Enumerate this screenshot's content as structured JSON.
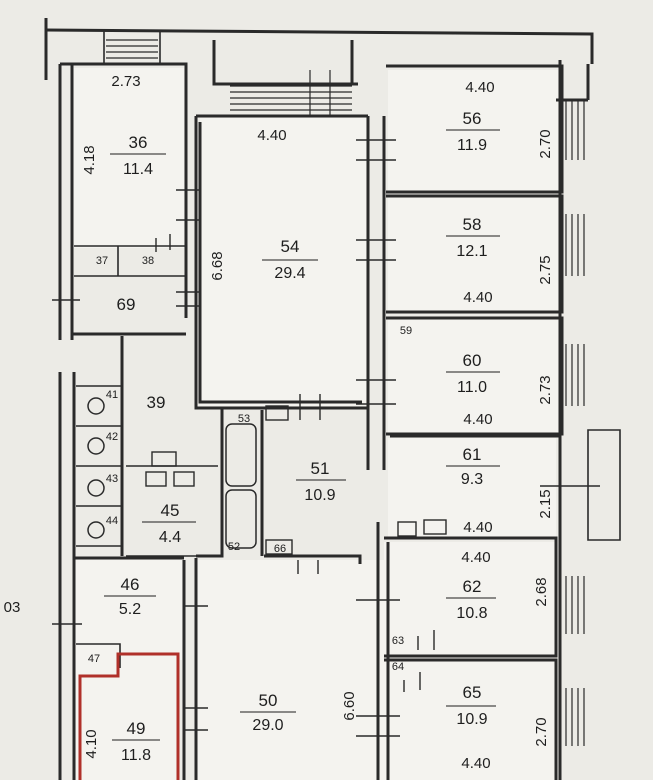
{
  "rooms": {
    "r36": {
      "num": "36",
      "area": "11.4"
    },
    "r37": {
      "num": "37"
    },
    "r38": {
      "num": "38"
    },
    "r39": {
      "num": "39"
    },
    "r41": {
      "num": "41"
    },
    "r42": {
      "num": "42"
    },
    "r43": {
      "num": "43"
    },
    "r44": {
      "num": "44"
    },
    "r45": {
      "num": "45",
      "area": "4.4"
    },
    "r46": {
      "num": "46",
      "area": "5.2"
    },
    "r47": {
      "num": "47"
    },
    "r49": {
      "num": "49",
      "area": "11.8"
    },
    "r50": {
      "num": "50",
      "area": "29.0"
    },
    "r51": {
      "num": "51",
      "area": "10.9"
    },
    "r52": {
      "num": "52"
    },
    "r53": {
      "num": "53"
    },
    "r54": {
      "num": "54",
      "area": "29.4"
    },
    "r56": {
      "num": "56",
      "area": "11.9"
    },
    "r58": {
      "num": "58",
      "area": "12.1"
    },
    "r59": {
      "num": "59"
    },
    "r60": {
      "num": "60",
      "area": "11.0"
    },
    "r61": {
      "num": "61",
      "area": "9.3"
    },
    "r62": {
      "num": "62",
      "area": "10.8"
    },
    "r63": {
      "num": "63"
    },
    "r64": {
      "num": "64"
    },
    "r65": {
      "num": "65",
      "area": "10.9"
    },
    "r66": {
      "num": "66"
    },
    "r69": {
      "num": "69"
    }
  },
  "dimensions": {
    "d273_top": "2.73",
    "d418": "4.18",
    "d440_54": "4.40",
    "d668": "6.68",
    "d440_56": "4.40",
    "d270_56": "2.70",
    "d275": "2.75",
    "d440_58": "4.40",
    "d273_60": "2.73",
    "d440_60": "4.40",
    "d215": "2.15",
    "d440_61": "4.40",
    "d440_62": "4.40",
    "d268": "2.68",
    "d660": "6.60",
    "d270_65": "2.70",
    "d440_65": "4.40",
    "d410": "4.10",
    "d03": "03"
  }
}
